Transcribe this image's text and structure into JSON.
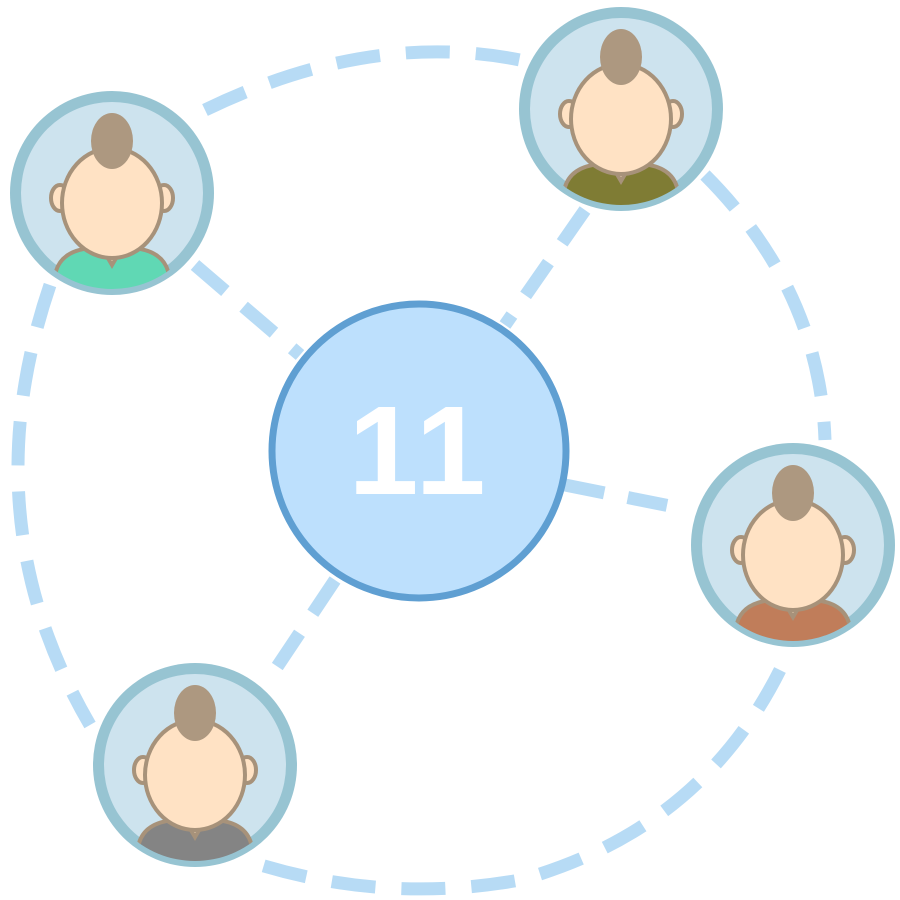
{
  "hub": {
    "count": "11",
    "fill_color": "#bde0fd",
    "ring_color": "#5f9fd2",
    "text_color": "#ffffff"
  },
  "connector_color": "#b7dbf5",
  "avatar_style": {
    "ring_color": "#97c4d2",
    "inner_color": "#cde3ee",
    "skin_color": "#ffe2c4",
    "outline_color": "#a7927a",
    "hair_color": "#ad9880"
  },
  "avatars": [
    {
      "name": "avatar-top-left",
      "icon": "user-icon",
      "shirt_color": "#60d8b4"
    },
    {
      "name": "avatar-top-right",
      "icon": "user-icon",
      "shirt_color": "#7f7c34"
    },
    {
      "name": "avatar-right",
      "icon": "user-icon",
      "shirt_color": "#c07d5a"
    },
    {
      "name": "avatar-bottom-left",
      "icon": "user-icon",
      "shirt_color": "#848484"
    }
  ]
}
